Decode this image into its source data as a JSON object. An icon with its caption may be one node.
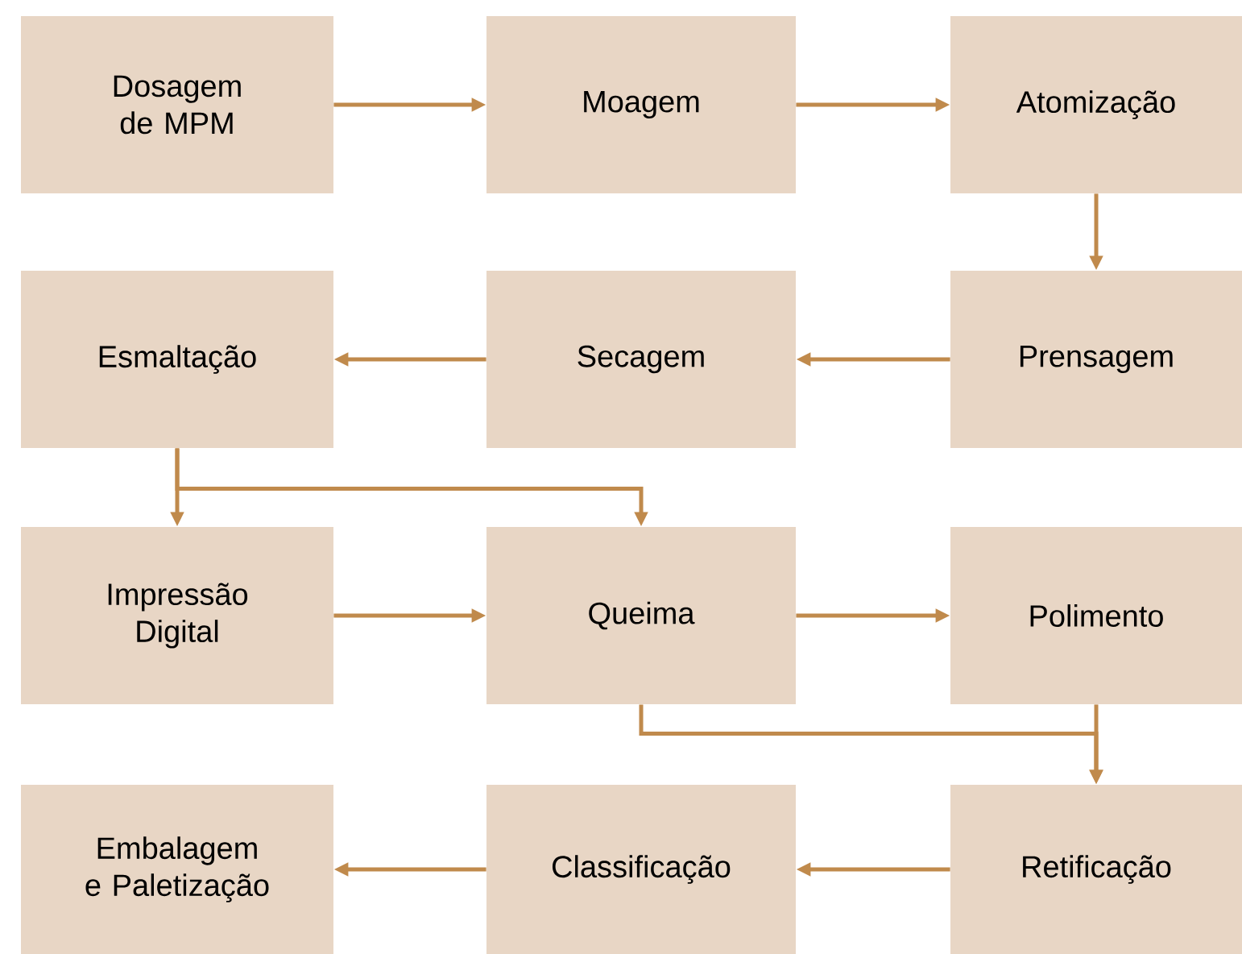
{
  "diagram": {
    "nodes": [
      {
        "text": [
          "Dosagem de MPM"
        ]
      },
      {
        "text": [
          "Moagem"
        ]
      },
      {
        "text": [
          "Atomização"
        ]
      },
      {
        "text": [
          "Esmaltação"
        ]
      },
      {
        "text": [
          "Secagem"
        ]
      },
      {
        "text": [
          "Prensagem"
        ]
      },
      {
        "text": [
          "Impressão Digital"
        ]
      },
      {
        "text": [
          "Queima"
        ]
      },
      {
        "text": [
          "Polimento"
        ]
      },
      {
        "text": [
          "Embalagem e Paletização"
        ]
      },
      {
        "text": [
          "Classificação"
        ]
      },
      {
        "text": [
          "Retificação"
        ]
      }
    ],
    "edges": [
      {
        "from": 0,
        "to": 1,
        "arrow": "to"
      },
      {
        "from": 1,
        "to": 2,
        "arrow": "to"
      },
      {
        "from": 2,
        "to": 5,
        "arrow": "to"
      },
      {
        "from": 5,
        "to": 4,
        "arrow": "to"
      },
      {
        "from": 4,
        "to": 3,
        "arrow": "to"
      },
      {
        "from": 3,
        "to": 6,
        "arrow": "to"
      },
      {
        "from": 3,
        "to": 7,
        "arrow": "to"
      },
      {
        "from": 6,
        "to": 7,
        "arrow": "to"
      },
      {
        "from": 7,
        "to": 8,
        "arrow": "to"
      },
      {
        "from": 8,
        "to": 11,
        "arrow": "to"
      },
      {
        "from": 7,
        "to": 11,
        "arrow": "to"
      },
      {
        "from": 11,
        "to": 10,
        "arrow": "to"
      },
      {
        "from": 10,
        "to": 9,
        "arrow": "to"
      }
    ]
  }
}
